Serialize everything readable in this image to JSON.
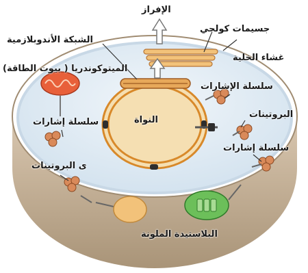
{
  "diagram": {
    "labels": {
      "secretion": "الإفراز",
      "golgi": "جسيمات كولجي",
      "er": "الشبكة الأندوبلازمية",
      "membrane": "غشاء الخلية",
      "mitochondria": "الميتوكوندريا ( بيوت الطاقة)",
      "signal_chain_top": "سلسلة الإشارات",
      "signal_chain_left": "سلسلة إشارات",
      "nucleus": "النواة",
      "proteins_right": "البروتينات",
      "signal_chain_right": "سلسلة إشارات",
      "proteins_left": "ى البروتينات",
      "plastid": "البلاستيدة الملونة"
    },
    "colors": {
      "cytoplasm": "#dde9f3",
      "cell_rim": "#c9b49a",
      "nucleus_fill": "#f2d9a8",
      "nucleus_ring": "#d8892a",
      "golgi": "#e7a85a",
      "mitochondria": "#e8603a",
      "protein": "#d98a5a",
      "plastid": "#6cbf5a",
      "vesicle": "#f2c27a"
    }
  }
}
